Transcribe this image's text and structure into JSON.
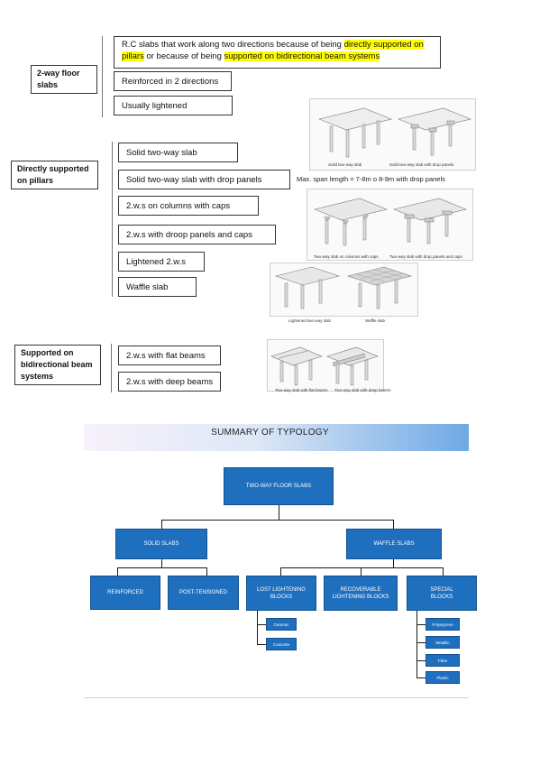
{
  "section1": {
    "label": "2-way floor slabs",
    "definition": {
      "part1": "R.C slabs that work along two directions because of being ",
      "highlight1": "directly supported on pillars",
      "part2": " or because of being ",
      "highlight2": "supported on bidirectional beam systems"
    },
    "items": [
      "Reinforced in 2 directions",
      "Usually lightened"
    ]
  },
  "section2": {
    "label": "Directly supported on pillars",
    "items": [
      "Solid two-way slab",
      "Solid two-way slab with drop panels",
      "2.w.s on columns with caps",
      "2.w.s with droop panels and caps",
      "Lightened 2.w.s",
      "Waffle slab"
    ],
    "span_note": "Max. span length = 7-8m o 8-9m with drop panels",
    "captions": [
      "Solid two-way slab",
      "Solid two-way slab with drop panels",
      "Two-way slab on columns with caps",
      "Two-way slab with drop panels and caps",
      "Lightened two-way slab",
      "Waffle slab"
    ]
  },
  "section3": {
    "label": "Supported on bidirectional beam systems",
    "items": [
      "2.w.s with flat beams",
      "2.w.s with deep beams"
    ],
    "captions": [
      "Two-way slab with flat beams",
      "Two-way slab with deep beams"
    ]
  },
  "summary": {
    "title": "SUMMARY OF TYPOLOGY",
    "root": "TWO-WAY FLOOR SLABS",
    "solid": "SOLID SLABS",
    "waffle": "WAFFLE SLABS",
    "reinforced": "REINFORCED",
    "post_tensioned": "POST-TENSIONED",
    "lost": "LOST LIGHTENING BLOCKS",
    "recoverable": "RECOVERABLE LIGHTENING BLOCKS",
    "special": "SPECIAL BLOCKS",
    "lost_items": [
      "Ceramic",
      "Concrete"
    ],
    "special_items": [
      "Polystyrene",
      "Metallic",
      "Fibre",
      "Plastic"
    ]
  },
  "colors": {
    "highlight": "#ffff00",
    "node_blue": "#1f6fbf"
  }
}
